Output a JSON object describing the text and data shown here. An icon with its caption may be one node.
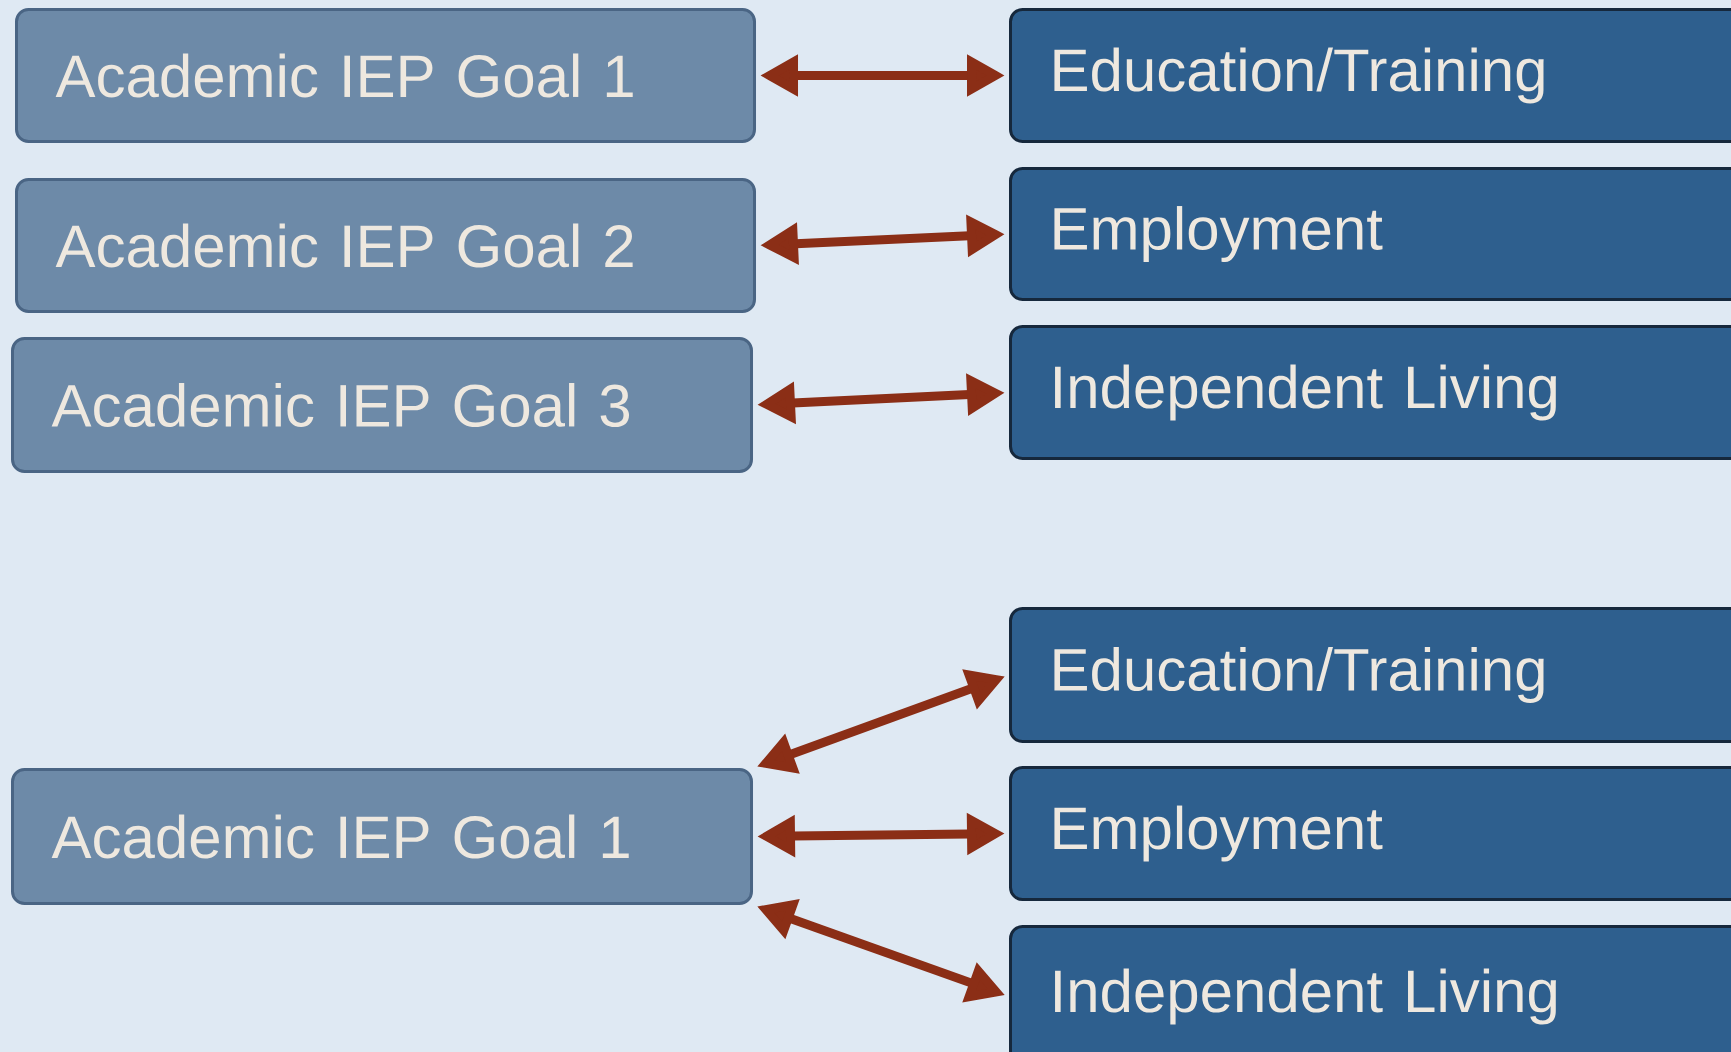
{
  "diagram": {
    "nodes": [
      {
        "text": [
          "Academic IEP Goal 1"
        ]
      },
      {
        "text": [
          "Education/Training"
        ]
      },
      {
        "text": [
          "Academic IEP Goal 2"
        ]
      },
      {
        "text": [
          "Employment"
        ]
      },
      {
        "text": [
          "Academic IEP Goal 3"
        ]
      },
      {
        "text": [
          "Independent Living"
        ]
      },
      {
        "text": [
          "Education/Training"
        ]
      },
      {
        "text": [
          "Academic IEP Goal 1"
        ]
      },
      {
        "text": [
          "Employment"
        ]
      },
      {
        "text": [
          "Independent Living"
        ]
      }
    ],
    "edges": [
      {
        "from": 0,
        "to": 1,
        "arrow": "both"
      },
      {
        "from": 2,
        "to": 3,
        "arrow": "both"
      },
      {
        "from": 4,
        "to": 5,
        "arrow": "both"
      },
      {
        "from": 7,
        "to": 6,
        "arrow": "both"
      },
      {
        "from": 7,
        "to": 8,
        "arrow": "both"
      },
      {
        "from": 7,
        "to": 9,
        "arrow": "both"
      }
    ]
  }
}
